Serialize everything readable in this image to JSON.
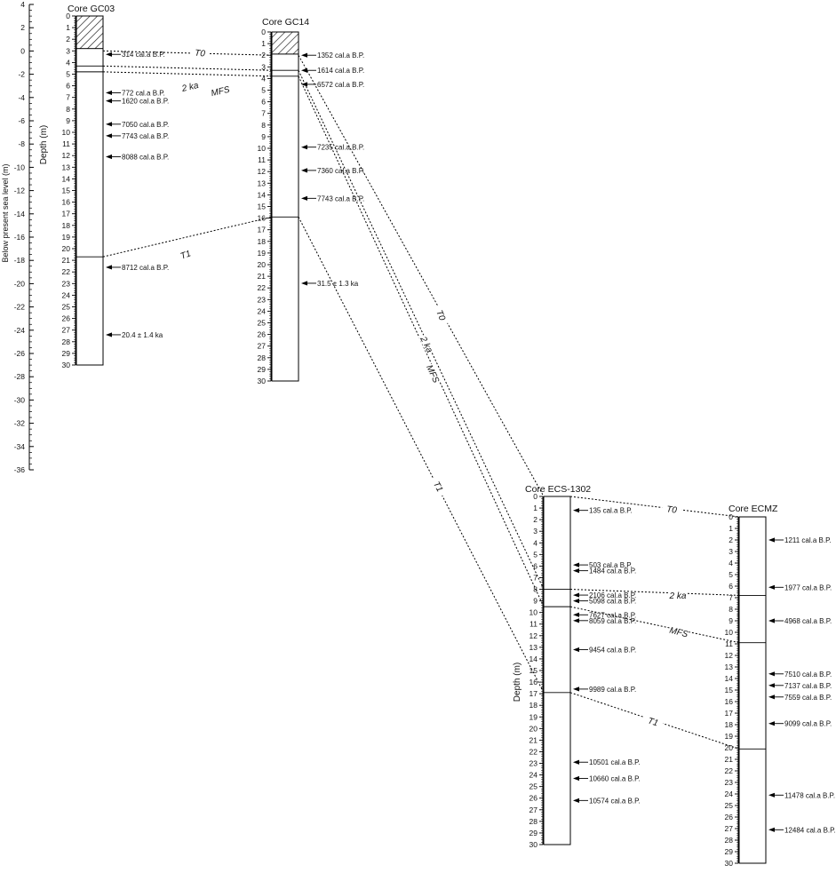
{
  "sea_level_axis": {
    "label": "Below present sea level (m)",
    "values": [
      4,
      2,
      0,
      -2,
      -4,
      -6,
      -8,
      -10,
      -12,
      -14,
      -16,
      -18,
      -20,
      -22,
      -24,
      -26,
      -28,
      -30,
      -32,
      -34,
      -36
    ]
  },
  "depth_label": "Depth (m)",
  "cores": [
    {
      "id": "gc03",
      "title": "Core GC03",
      "max_depth": 30,
      "hatch_to": 2.8,
      "boundaries": [
        4.3,
        4.8,
        20.7
      ],
      "ages": [
        {
          "depth": 3.3,
          "label": "314 cal.a B.P."
        },
        {
          "depth": 6.6,
          "label": "772 cal.a B.P."
        },
        {
          "depth": 7.3,
          "label": "1620 cal.a B.P."
        },
        {
          "depth": 9.3,
          "label": "7050 cal.a B.P."
        },
        {
          "depth": 10.3,
          "label": "7743 cal.a B.P."
        },
        {
          "depth": 12.1,
          "label": "8088 cal.a B.P."
        },
        {
          "depth": 21.6,
          "label": "8712 cal.a B.P."
        },
        {
          "depth": 27.4,
          "label": "20.4 ± 1.4 ka"
        }
      ]
    },
    {
      "id": "gc14",
      "title": "Core GC14",
      "max_depth": 30,
      "hatch_to": 1.9,
      "boundaries": [
        3.3,
        3.8,
        15.9
      ],
      "ages": [
        {
          "depth": 2.0,
          "label": "1352 cal.a B.P."
        },
        {
          "depth": 3.3,
          "label": "1614 cal.a B.P."
        },
        {
          "depth": 4.5,
          "label": "6572 cal.a B.P."
        },
        {
          "depth": 9.9,
          "label": "7235 cal.a B.P."
        },
        {
          "depth": 11.9,
          "label": "7360 cal.a B.P."
        },
        {
          "depth": 14.3,
          "label": "7743 cal.a B.P."
        },
        {
          "depth": 21.6,
          "label": "31.5 ± 1.3 ka"
        }
      ]
    },
    {
      "id": "ecs1302",
      "title": "Core ECS-1302",
      "max_depth": 30,
      "hatch_to": 0,
      "boundaries": [
        8.0,
        9.5,
        16.9
      ],
      "ages": [
        {
          "depth": 1.2,
          "label": "135 cal.a B.P."
        },
        {
          "depth": 5.9,
          "label": "503 cal.a B.P."
        },
        {
          "depth": 6.4,
          "label": "1484 cal.a B.P."
        },
        {
          "depth": 8.5,
          "label": "2106 cal.a B.P."
        },
        {
          "depth": 9.0,
          "label": "5098 cal.a B.P."
        },
        {
          "depth": 10.2,
          "label": "7627 cal.a B.P."
        },
        {
          "depth": 10.7,
          "label": "8059 cal.a B.P."
        },
        {
          "depth": 13.2,
          "label": "9454 cal.a B.P."
        },
        {
          "depth": 16.6,
          "label": "9989 cal.a B.P."
        },
        {
          "depth": 22.9,
          "label": "10501 cal.a B.P."
        },
        {
          "depth": 24.3,
          "label": "10660 cal.a B.P."
        },
        {
          "depth": 26.2,
          "label": "10574 cal.a B.P."
        }
      ]
    },
    {
      "id": "ecmz",
      "title": "Core ECMZ",
      "max_depth": 30,
      "hatch_to": 0,
      "boundaries": [
        6.8,
        10.9,
        20.1
      ],
      "ages": [
        {
          "depth": 2.0,
          "label": "1211 cal.a B.P."
        },
        {
          "depth": 6.1,
          "label": "1977 cal.a B.P."
        },
        {
          "depth": 9.0,
          "label": "4968 cal.a B.P."
        },
        {
          "depth": 13.6,
          "label": "7510 cal.a B.P."
        },
        {
          "depth": 14.6,
          "label": "7137 cal.a B.P."
        },
        {
          "depth": 15.6,
          "label": "7559 cal.a B.P."
        },
        {
          "depth": 17.9,
          "label": "9099 cal.a B.P."
        },
        {
          "depth": 24.1,
          "label": "11478 cal.a B.P."
        },
        {
          "depth": 27.1,
          "label": "12484 cal.a B.P."
        }
      ]
    }
  ],
  "horizons": [
    {
      "name": "T0",
      "links": [
        [
          "gc03",
          3.0,
          "gc14",
          2.0
        ],
        [
          "gc14",
          2.0,
          "ecs1302",
          0.0
        ],
        [
          "ecs1302",
          0.0,
          "ecmz",
          0.0
        ]
      ]
    },
    {
      "name": "2 ka",
      "links": [
        [
          "gc03",
          4.3,
          "gc14",
          3.3
        ],
        [
          "gc14",
          3.3,
          "ecs1302",
          8.0
        ],
        [
          "ecs1302",
          8.0,
          "ecmz",
          6.8
        ]
      ]
    },
    {
      "name": "MFS",
      "links": [
        [
          "gc03",
          4.8,
          "gc14",
          3.8
        ],
        [
          "gc14",
          3.8,
          "ecs1302",
          9.5
        ],
        [
          "ecs1302",
          9.5,
          "ecmz",
          10.9
        ]
      ]
    },
    {
      "name": "T1",
      "links": [
        [
          "gc03",
          20.7,
          "gc14",
          15.9
        ],
        [
          "gc14",
          15.9,
          "ecs1302",
          16.9
        ],
        [
          "ecs1302",
          16.9,
          "ecmz",
          20.1
        ]
      ]
    }
  ]
}
